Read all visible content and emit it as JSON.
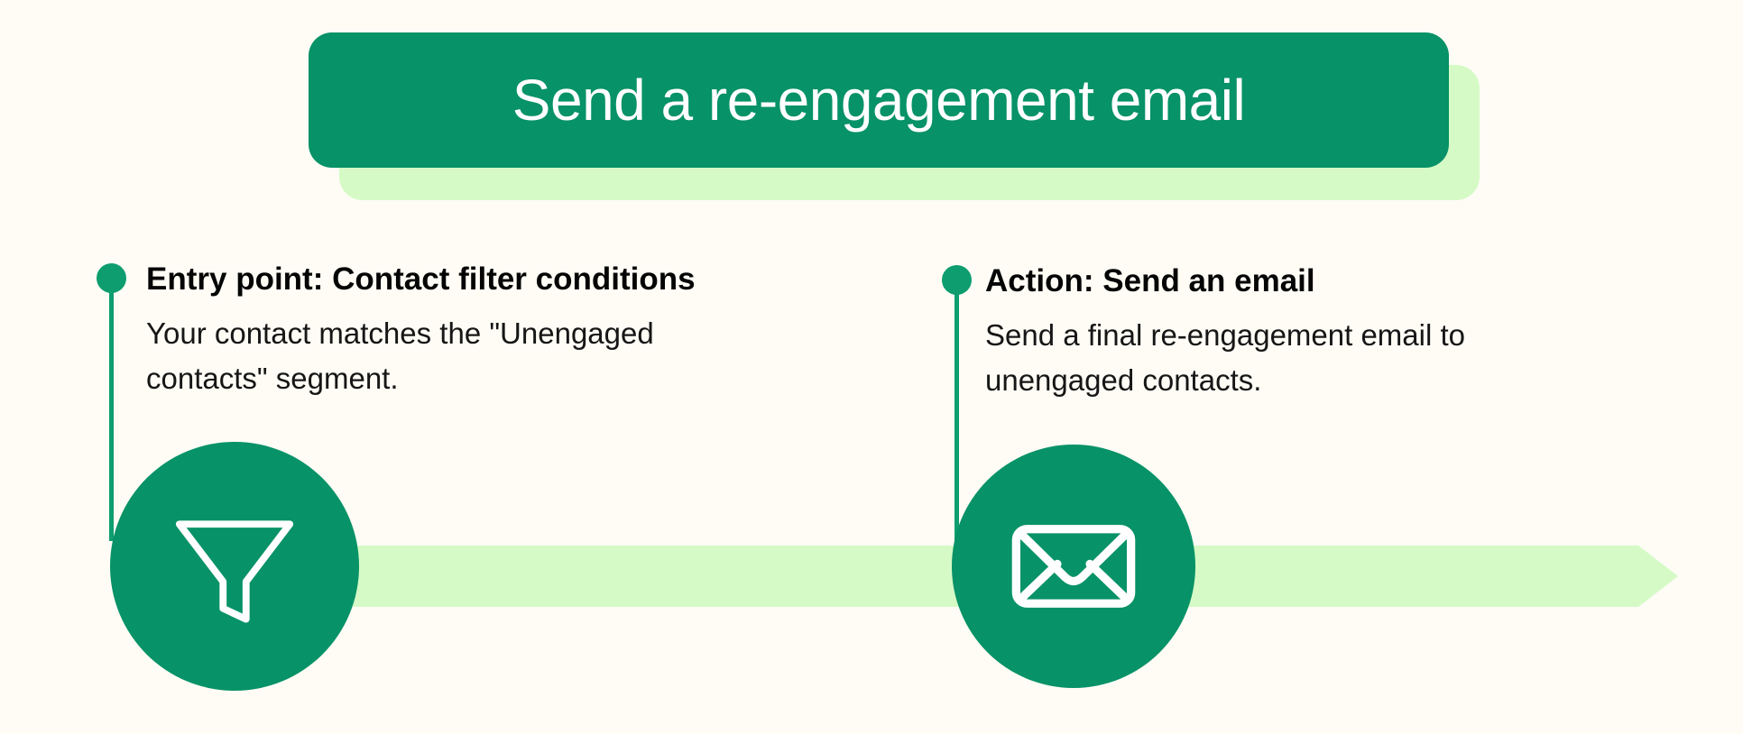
{
  "page": {
    "background_color": "#fefcf5",
    "accent_dark_green": "#079267",
    "accent_light_green": "#d5fac6",
    "dot_green": "#0d9d6e",
    "text_color": "#050505"
  },
  "banner": {
    "title": "Send a re-engagement email"
  },
  "flow": {
    "band_label": "workflow-progress-band",
    "arrow_direction": "right"
  },
  "steps": [
    {
      "heading": "Entry point: Contact filter conditions",
      "body": "Your contact matches the \"Unengaged contacts\" segment.",
      "icon": "funnel-icon",
      "icon_name": "filter-funnel"
    },
    {
      "heading": "Action: Send an email",
      "body": "Send a final re-engagement email to unengaged contacts.",
      "icon": "envelope-icon",
      "icon_name": "email-envelope"
    }
  ]
}
